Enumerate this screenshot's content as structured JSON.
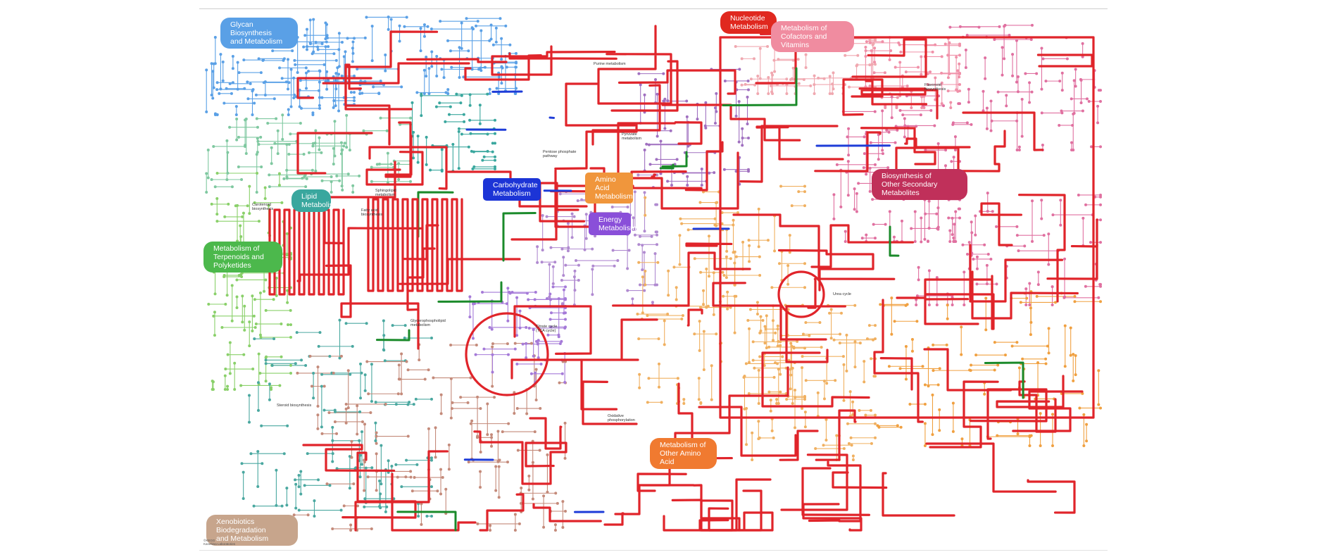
{
  "colors": {
    "glycan": "#5aa0e6",
    "nucleotide": "#e0281f",
    "cofactors": "#f08ca0",
    "lipid": "#3aa79e",
    "carbohydrate": "#1c34d6",
    "amino_acid": "#f0963c",
    "energy": "#8a4fd9",
    "secondary": "#c0305a",
    "terpenoid": "#4cb84c",
    "xenobiotics": "#c7a58c",
    "other_amino": "#f07a30",
    "highlight_red": "#e0242a",
    "highlight_blue": "#1e3cd8",
    "highlight_green": "#1a8a2a"
  },
  "categories": {
    "glycan": "Glycan Biosynthesis\nand Metabolism",
    "nucleotide": "Nucleotide\nMetabolism",
    "cofactors": "Metabolism of\nCofactors and Vitamins",
    "lipid": "Lipid\nMetabolism",
    "carbohydrate": "Carbohydrate\nMetabolism",
    "amino_acid": "Amino Acid\nMetabolism",
    "energy": "Energy\nMetabolism",
    "secondary": "Biosynthesis of\nOther Secondary Metabolites",
    "terpenoid": "Metabolism of\nTerpenoids and Polyketides",
    "xenobiotics": "Xenobiotics Biodegradation\nand Metabolism",
    "other_amino": "Metabolism of\nOther Amino Acid"
  },
  "pathway_labels": {
    "citrate_cycle": "Citrate cycle\n(TCA cycle)",
    "urea_cycle": "Urea cycle",
    "pentose_phosphate": "Pentose phosphate\npathway",
    "fatty_acid": "Fatty acid\nbiosynthesis",
    "purine": "Purine metabolism",
    "pyruvate": "Pyruvate\nmetabolism",
    "glycerophospholipid": "Glycerophospholipid\nmetabolism",
    "steroid": "Steroid biosynthesis",
    "oxidative_phosphorylation": "Oxidative\nphosphorylation",
    "flavonoid": "Flavonoid\nbiosynthesis",
    "carotenoid": "Carotenoid\nbiosynthesis",
    "sphingolipid": "Sphingolipid\nmetabolism"
  },
  "footer": "©KEGG\nKanehisa Laboratories"
}
